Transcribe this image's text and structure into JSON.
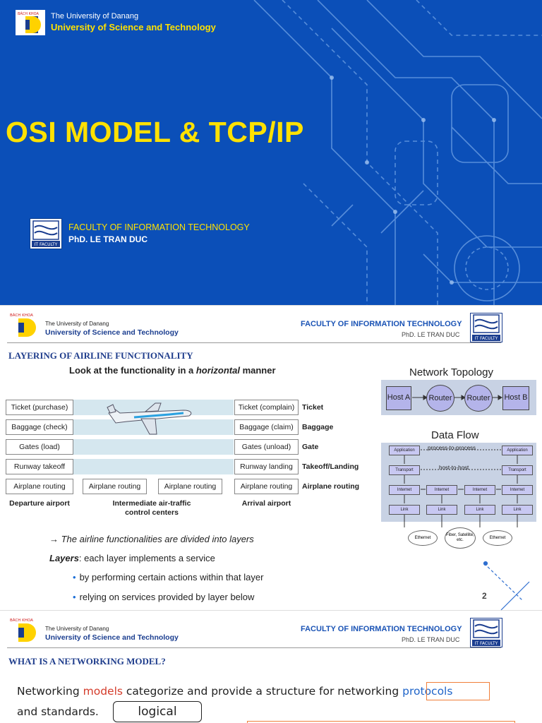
{
  "slide1": {
    "uni_line1": "The University of Danang",
    "uni_line2": "University of Science and Technology",
    "title": "OSI MODEL & TCP/IP",
    "faculty": "FACULTY OF INFORMATION TECHNOLOGY",
    "author": "PhD. LE TRAN DUC",
    "logo_text": "BÁCH KHOA",
    "it_logo_text": "IT FACULTY",
    "colors": {
      "background": "#0b4fb8",
      "title": "#ffe100"
    }
  },
  "header": {
    "uni_line1": "The University of Danang",
    "uni_line2": "University of Science and Technology",
    "faculty": "FACULTY OF INFORMATION TECHNOLOGY",
    "author": "PhD. LE TRAN DUC",
    "logo_text": "BÁCH KHOA",
    "it_logo_text": "IT FACULTY"
  },
  "slide2": {
    "section_title": "LAYERING OF AIRLINE FUNCTIONALITY",
    "look_prefix": "Look at the functionality in a ",
    "look_em": "horizontal",
    "look_suffix": " manner",
    "departure": [
      "Ticket (purchase)",
      "Baggage (check)",
      "Gates (load)",
      "Runway takeoff",
      "Airplane routing"
    ],
    "intermediate": [
      "Airplane routing",
      "Airplane routing"
    ],
    "arrival": [
      "Ticket (complain)",
      "Baggage (claim)",
      "Gates (unload)",
      "Runway landing",
      "Airplane routing"
    ],
    "layers": [
      "Ticket",
      "Baggage",
      "Gate",
      "Takeoff/Landing",
      "Airplane routing"
    ],
    "captions": {
      "departure": "Departure airport",
      "intermediate_1": "Intermediate air-traffic",
      "intermediate_2": "control centers",
      "arrival": "Arrival airport"
    },
    "topology": {
      "title": "Network Topology",
      "host_a": "Host A",
      "router1": "Router",
      "router2": "Router",
      "host_b": "Host B"
    },
    "dataflow": {
      "title": "Data Flow",
      "process_label": "process-to-process",
      "host_label": "host-to-host",
      "col1": [
        "Application",
        "Transport",
        "Internet",
        "Link"
      ],
      "col2": [
        "Internet",
        "Link"
      ],
      "col3": [
        "Internet",
        "Link"
      ],
      "col4": [
        "Application",
        "Transport",
        "Internet",
        "Link"
      ],
      "cloud1": "Ethernet",
      "cloud2": "Fiber, Satellite, etc.",
      "cloud3": "Ethernet"
    },
    "bullet1": "→ The airline functionalities are divided into layers",
    "bullet2_bold": "Layers",
    "bullet2_rest": ": each layer implements a service",
    "bullet3": "by performing certain actions within that layer",
    "bullet4": "relying on services provided by layer below",
    "page": "2"
  },
  "slide3": {
    "section_title": "WHAT IS A NETWORKING MODEL?",
    "line1_a": "Networking ",
    "line1_models": "models",
    "line1_b": " categorize and provide a structure for networking ",
    "line1_protocols": "protocols",
    "line2": "and standards.",
    "logical": "logical"
  }
}
